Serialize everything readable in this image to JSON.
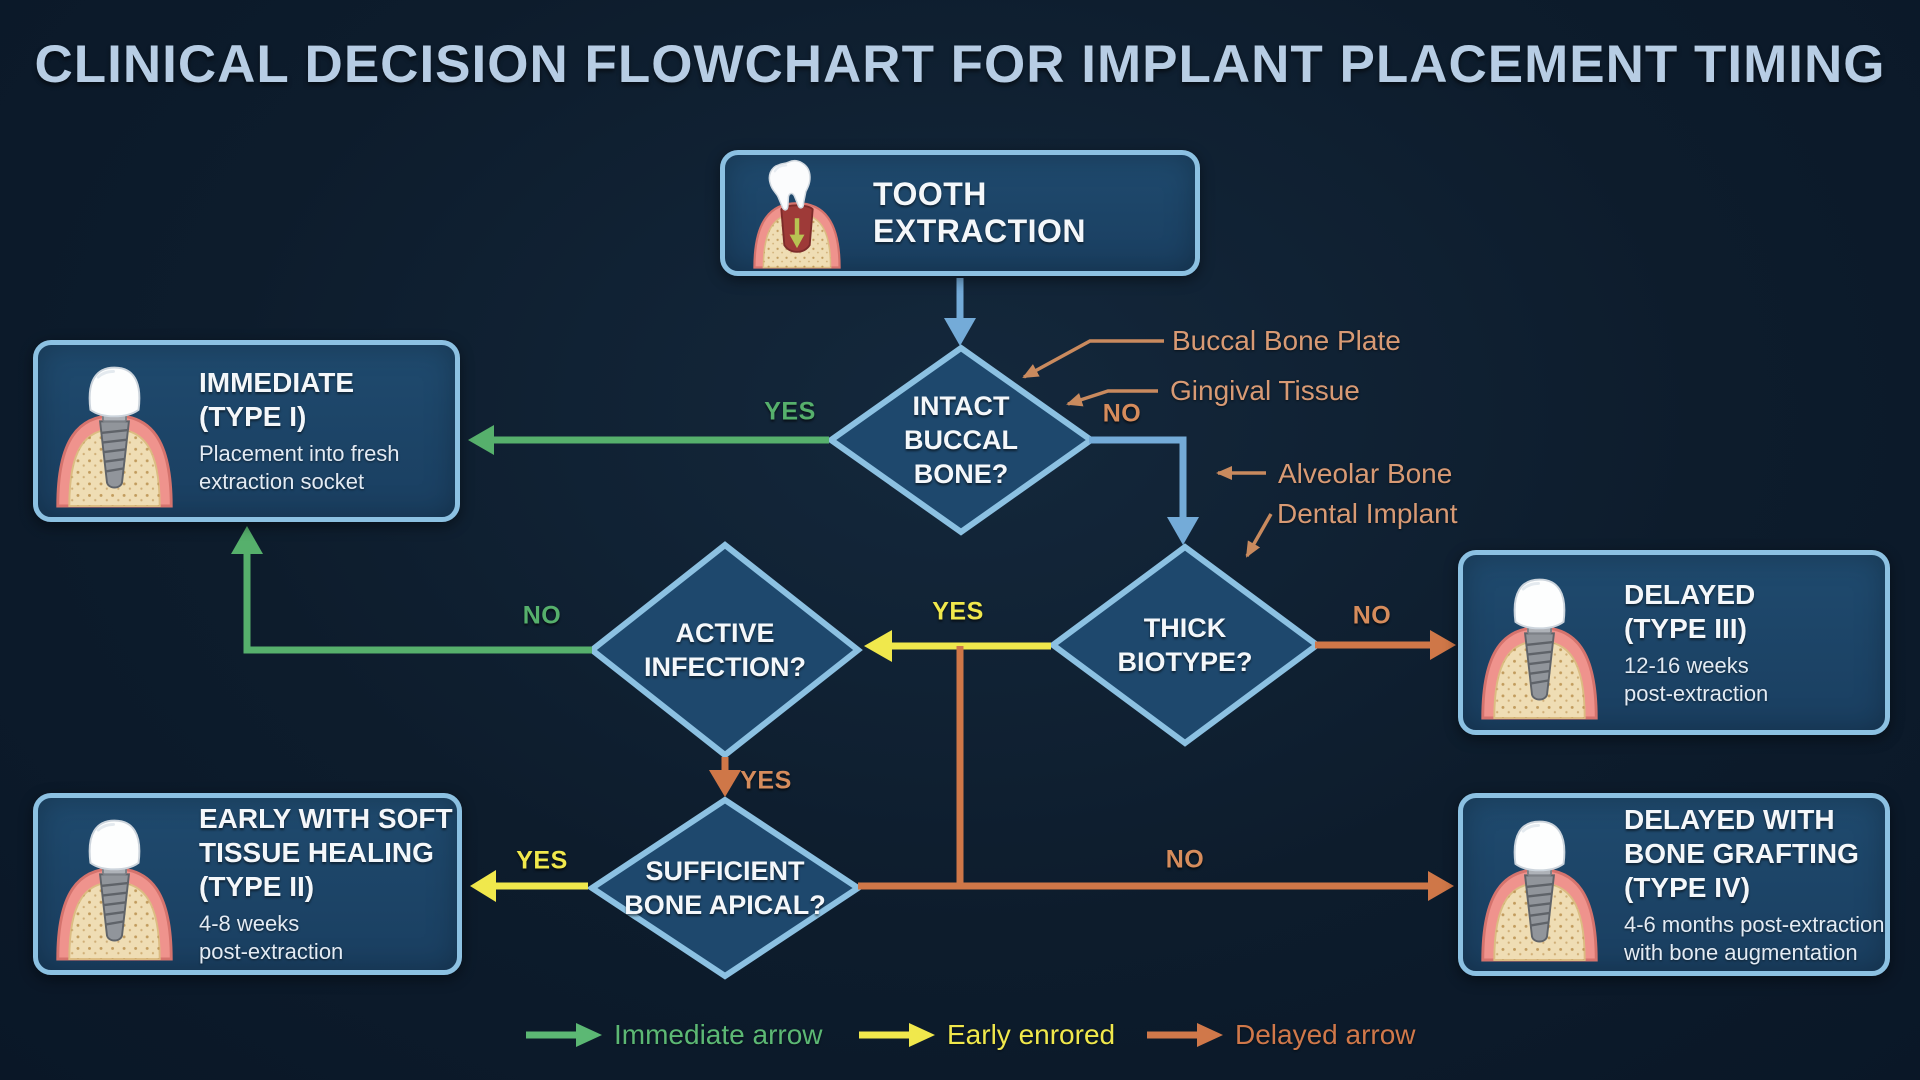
{
  "title": "CLINICAL DECISION FLOWCHART FOR IMPLANT PLACEMENT TIMING",
  "start": {
    "label": "TOOTH EXTRACTION",
    "icon": "extracted-tooth-socket-icon"
  },
  "decisions": {
    "intact_buccal_bone": {
      "label": "INTACT\nBUCCAL\nBONE?"
    },
    "active_infection": {
      "label": "ACTIVE\nINFECTION?"
    },
    "thick_biotype": {
      "label": "THICK\nBIOTYPE?"
    },
    "sufficient_bone_apical": {
      "label": "SUFFICIENT\nBONE APICAL?"
    }
  },
  "outcomes": {
    "type1": {
      "title": "IMMEDIATE\n(TYPE I)",
      "desc": "Placement into fresh\nextraction socket",
      "icon": "dental-implant-cross-section-icon"
    },
    "type2": {
      "title": "EARLY WITH SOFT\nTISSUE HEALING\n(TYPE II)",
      "desc": "4-8 weeks\npost-extraction",
      "icon": "dental-implant-cross-section-icon"
    },
    "type3": {
      "title": "DELAYED\n(TYPE III)",
      "desc": "12-16 weeks\npost-extraction",
      "icon": "dental-implant-cross-section-icon"
    },
    "type4": {
      "title": "DELAYED WITH\nBONE GRAFTING\n(TYPE IV)",
      "desc": "4-6 months post-extraction\nwith bone augmentation",
      "icon": "dental-implant-cross-section-icon"
    }
  },
  "edge_labels": {
    "intact_yes": "YES",
    "intact_no": "NO",
    "thick_yes": "YES",
    "thick_no": "NO",
    "active_no": "NO",
    "active_yes": "YES",
    "sufficient_yes": "YES",
    "sufficient_no": "NO"
  },
  "annotations": [
    "Buccal Bone Plate",
    "Gingival Tissue",
    "Alveolar Bone",
    "Dental Implant"
  ],
  "legend": [
    {
      "label": "Immediate arrow",
      "color": "#5cb874"
    },
    {
      "label": "Early enrored",
      "color": "#f0e84c"
    },
    {
      "label": "Delayed arrow",
      "color": "#d0784a"
    }
  ],
  "colors": {
    "background": "#0d1c2c",
    "title": "#b7cde4",
    "node_fill": "#1d4567",
    "node_border": "#8cc1e2",
    "connector_blue": "#74abd8",
    "green": "#56b06c",
    "yellow": "#f0e84c",
    "orange": "#cf7748",
    "orange_label": "#d68c5c",
    "annotation": "#d89a74",
    "text": "#f4f7fa"
  }
}
